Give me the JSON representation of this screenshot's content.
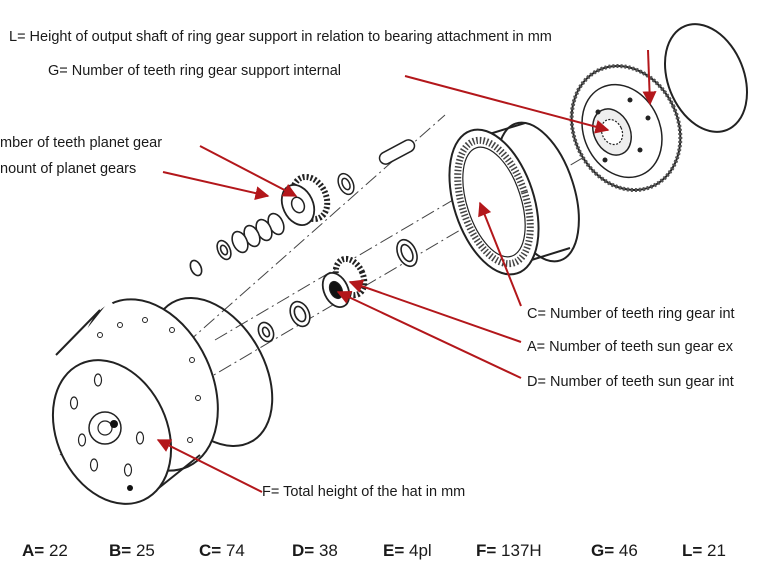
{
  "labels": {
    "L": "L= Height of output shaft of ring gear support in relation to bearing attachment in mm",
    "G": "G= Number of teeth ring gear support internal",
    "B": "mber of teeth planet gear",
    "E": "nount of planet gears",
    "C": "C= Number of teeth ring gear int",
    "A": "A= Number of teeth sun gear ex",
    "D": "D= Number of teeth sun gear int",
    "F": "F= Total height of the hat in mm"
  },
  "legend": [
    {
      "key": "A=",
      "value": "22"
    },
    {
      "key": "B=",
      "value": "25"
    },
    {
      "key": "C=",
      "value": "74"
    },
    {
      "key": "D=",
      "value": "38"
    },
    {
      "key": "E=",
      "value": "4pl"
    },
    {
      "key": "F=",
      "value": "137H"
    },
    {
      "key": "G=",
      "value": "46"
    },
    {
      "key": "L=",
      "value": "21"
    }
  ],
  "colors": {
    "arrow": "#b3171b",
    "line": "#222222"
  }
}
